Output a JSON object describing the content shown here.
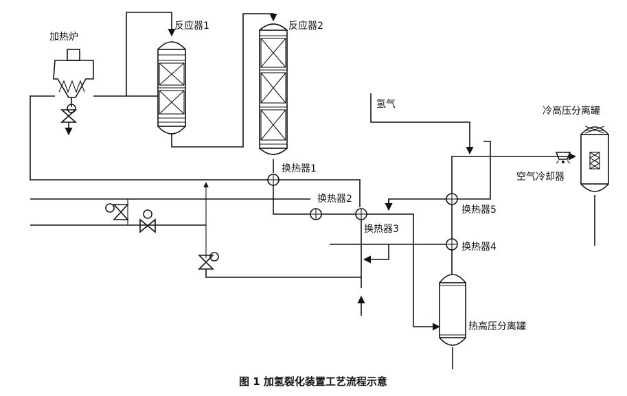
{
  "labels": {
    "heater": "加热炉",
    "reactor1": "反应器1",
    "reactor2": "反应器2",
    "hydrogen": "氢气",
    "cold_separator": "冷高压分离罐",
    "air_cooler": "空气冷却器",
    "hx1": "换热器1",
    "hx2": "换热器2",
    "hx3": "换热器3",
    "hx4": "换热器4",
    "hx5": "换热器5",
    "hot_separator": "热高压分离罐"
  },
  "caption": "图 1   加氢裂化装置工艺流程示意"
}
